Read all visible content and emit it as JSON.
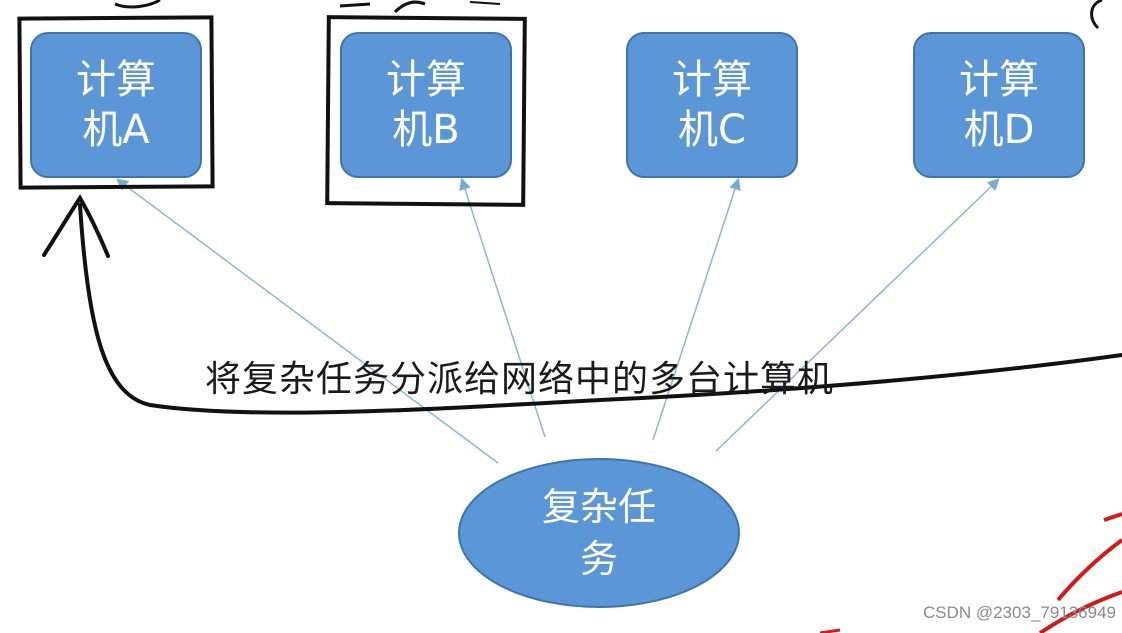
{
  "nodes": [
    {
      "line1": "计算",
      "line2": "机A"
    },
    {
      "line1": "计算",
      "line2": "机B"
    },
    {
      "line1": "计算",
      "line2": "机C"
    },
    {
      "line1": "计算",
      "line2": "机D"
    }
  ],
  "task": {
    "line1": "复杂任",
    "line2": "务"
  },
  "caption": "将复杂任务分派给网络中的多台计算机",
  "watermark": "CSDN @2303_79136949",
  "colors": {
    "node_fill": "#5b97d6",
    "node_border": "#3e74ad",
    "arrow": "#8fb4d9",
    "ink": "#111111",
    "red_ink": "#d21a1a"
  }
}
